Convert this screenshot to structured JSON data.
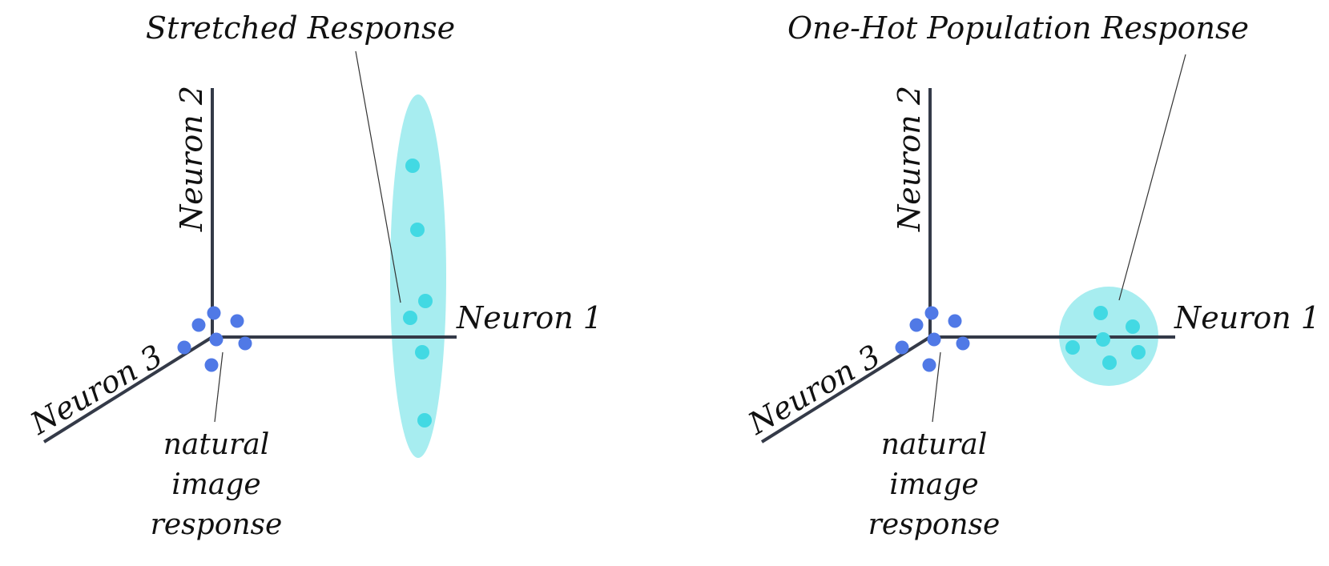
{
  "colors": {
    "axis": "#343a48",
    "natural_dot": "#5079e6",
    "stretched_dot": "#42d9e3",
    "cloud_fill": "#a7edf0",
    "text": "#111111"
  },
  "panels": [
    {
      "title": "Stretched Response",
      "axes": {
        "x": "Neuron 1",
        "y": "Neuron 2",
        "z": "Neuron 3"
      },
      "cloud_shape": "ellipse",
      "natural_label": [
        "natural",
        "image",
        "response"
      ]
    },
    {
      "title": "One-Hot Population Response",
      "axes": {
        "x": "Neuron 1",
        "y": "Neuron 2",
        "z": "Neuron 3"
      },
      "cloud_shape": "circle",
      "natural_label": [
        "natural",
        "image",
        "response"
      ]
    }
  ]
}
